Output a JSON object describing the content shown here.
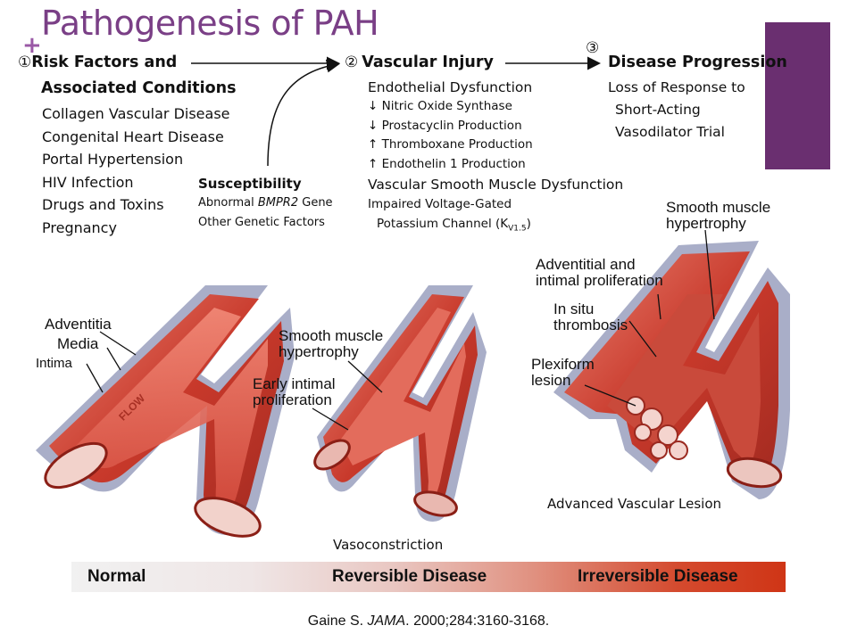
{
  "title": "Pathogenesis of PAH",
  "steps": [
    {
      "num": "①",
      "heading_line1": "Risk Factors and",
      "heading_line2": "Associated Conditions",
      "items": [
        "Collagen Vascular Disease",
        "Congenital Heart Disease",
        "Portal Hypertension",
        "HIV Infection",
        "Drugs and Toxins",
        "Pregnancy"
      ]
    },
    {
      "num": "②",
      "heading": "Vascular Injury",
      "items": [
        "Endothelial Dysfunction",
        "↓ Nitric Oxide Synthase",
        "↓ Prostacyclin Production",
        "↑ Thromboxane Production",
        "↑ Endothelin 1 Production",
        "Vascular Smooth Muscle Dysfunction",
        "Impaired Voltage-Gated",
        "Potassium Channel (K",
        "V1.5",
        ")"
      ]
    },
    {
      "num": "③",
      "heading": "Disease Progression",
      "items": [
        "Loss of Response to",
        "Short-Acting",
        "Vasodilator Trial"
      ]
    }
  ],
  "susceptibility": {
    "heading": "Susceptibility",
    "line1_pre": "Abnormal ",
    "line1_italic": "BMPR2",
    "line1_post": " Gene",
    "line2": "Other Genetic Factors"
  },
  "vessel_labels": {
    "adventitia": "Adventitia",
    "media": "Media",
    "intima": "Intima",
    "flow": "FLOW",
    "smc_hypertrophy_1a": "Smooth muscle",
    "smc_hypertrophy_1b": "hypertrophy",
    "early_intimal_a": "Early intimal",
    "early_intimal_b": "proliferation",
    "vasoconstriction": "Vasoconstriction",
    "smc_hypertrophy_2a": "Smooth muscle",
    "smc_hypertrophy_2b": "hypertrophy",
    "adv_intimal_a": "Adventitial and",
    "adv_intimal_b": "intimal proliferation",
    "in_situ_a": "In situ",
    "in_situ_b": "thrombosis",
    "plexiform_a": "Plexiform",
    "plexiform_b": "lesion",
    "advanced": "Advanced Vascular Lesion"
  },
  "spectrum": {
    "normal": "Normal",
    "reversible": "Reversible Disease",
    "irreversible": "Irreversible Disease"
  },
  "citation": {
    "author": "Gaine S. ",
    "journal": "JAMA",
    "rest": ". 2000;284:3160-3168."
  },
  "colors": {
    "title": "#7a3f86",
    "accent_block": "#6a2f70",
    "vessel_outer": "#c43a2c",
    "vessel_inner": "#e2574a",
    "vessel_adventitia": "#aeb2c8"
  }
}
